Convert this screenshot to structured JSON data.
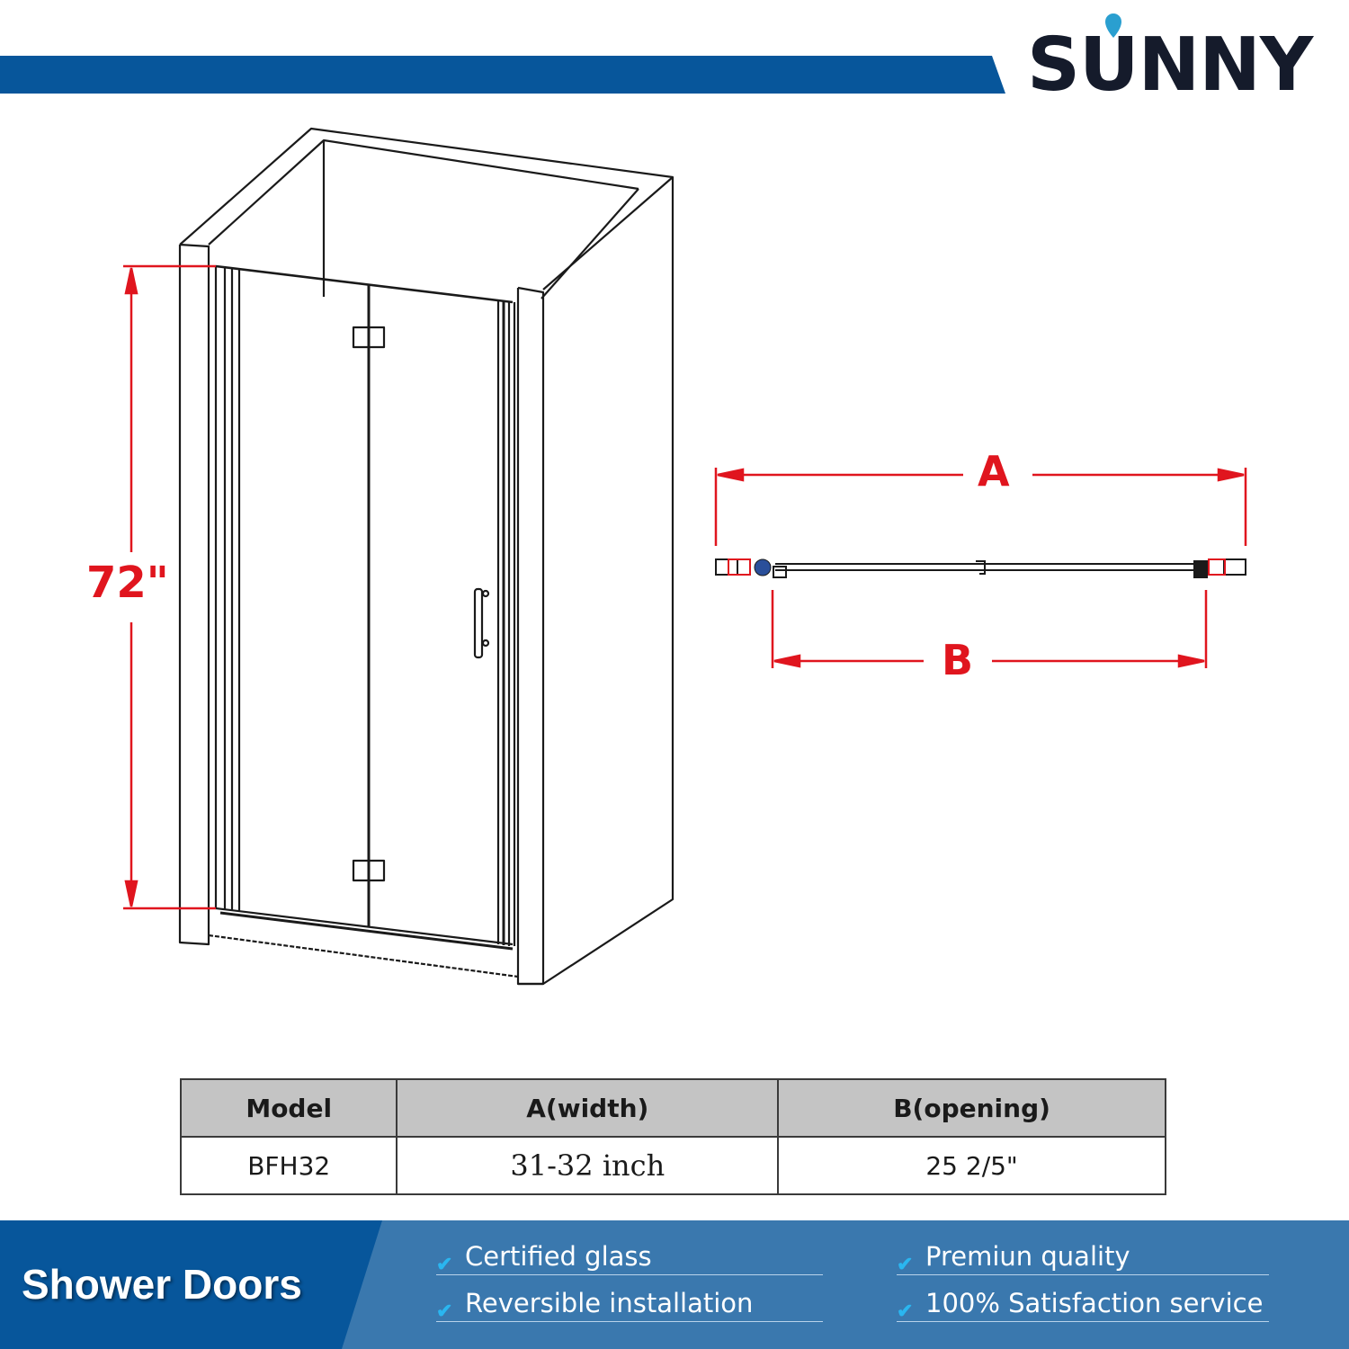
{
  "brand": {
    "name": "SUNNY",
    "primary_color": "#07569b",
    "secondary_color": "#3a78ae",
    "accent_drop_color": "#2a9fd0",
    "logo_text_color": "#151b2b"
  },
  "diagram": {
    "height_label": "72\"",
    "dimension_a_label": "A",
    "dimension_b_label": "B",
    "dimension_color": "#e0151e"
  },
  "spec_table": {
    "headers": [
      "Model",
      "A(width)",
      "B(opening)"
    ],
    "rows": [
      [
        "BFH32",
        "31-32 inch",
        "25 2/5\""
      ]
    ]
  },
  "footer": {
    "title": "Shower Doors",
    "features": [
      {
        "icon": "check-icon",
        "label": "Certified glass"
      },
      {
        "icon": "check-icon",
        "label": "Reversible installation"
      },
      {
        "icon": "check-icon",
        "label": "Premiun quality"
      },
      {
        "icon": "check-icon",
        "label": "100% Satisfaction service"
      }
    ],
    "check_glyph": "✔"
  }
}
